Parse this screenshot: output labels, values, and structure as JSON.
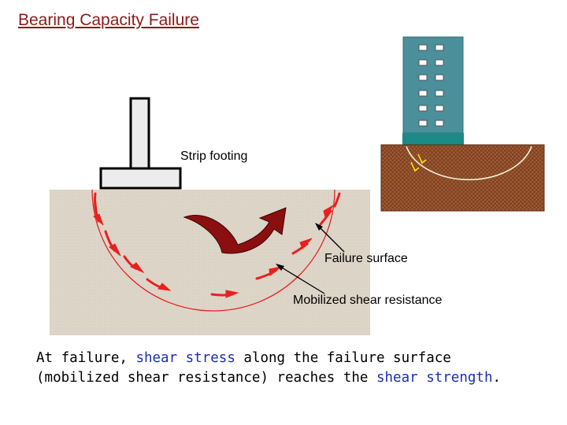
{
  "title": "Bearing Capacity Failure",
  "labels": {
    "strip_footing": "Strip footing",
    "failure_surface": "Failure surface",
    "mobilized_shear": "Mobilized shear resistance"
  },
  "caption": {
    "part1": "At failure, ",
    "hl1": "shear stress",
    "part2": " along the failure surface (mobilized shear resistance) reaches the ",
    "hl2": "shear strength",
    "part3": "."
  },
  "colors": {
    "title": "#8b1a1a",
    "soil": "#dcd5c8",
    "failure_line": "#e82020",
    "arrow": "#8b0f0f",
    "building": "#4a8f9a",
    "foundation": "#1c8a86",
    "brown_soil": "#8b4a28",
    "highlight": "#1a2fb0"
  }
}
